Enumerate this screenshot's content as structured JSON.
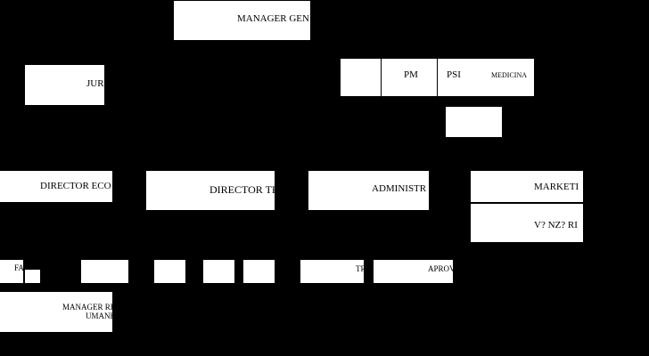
{
  "boxes": {
    "manager_general": "MANAGER GEN",
    "juridic": "JUR",
    "pm": "PM",
    "psi": "PSI",
    "medicina": "MEDICINA",
    "director_economic": "DIRECTOR ECO",
    "director_technic": "DIRECTOR TE",
    "administrative": "ADMINISTR",
    "marketing": "MARKETI",
    "vanzari": "V? NZ? RI",
    "factu": "FACTU",
    "tr": "TR",
    "aprov": "APROV",
    "manager_resurse_line1": "MANAGER RE",
    "manager_resurse_line2": "UMANE"
  },
  "colors": {
    "background": "#000000",
    "box_fill": "#ffffff",
    "text": "#000000"
  }
}
